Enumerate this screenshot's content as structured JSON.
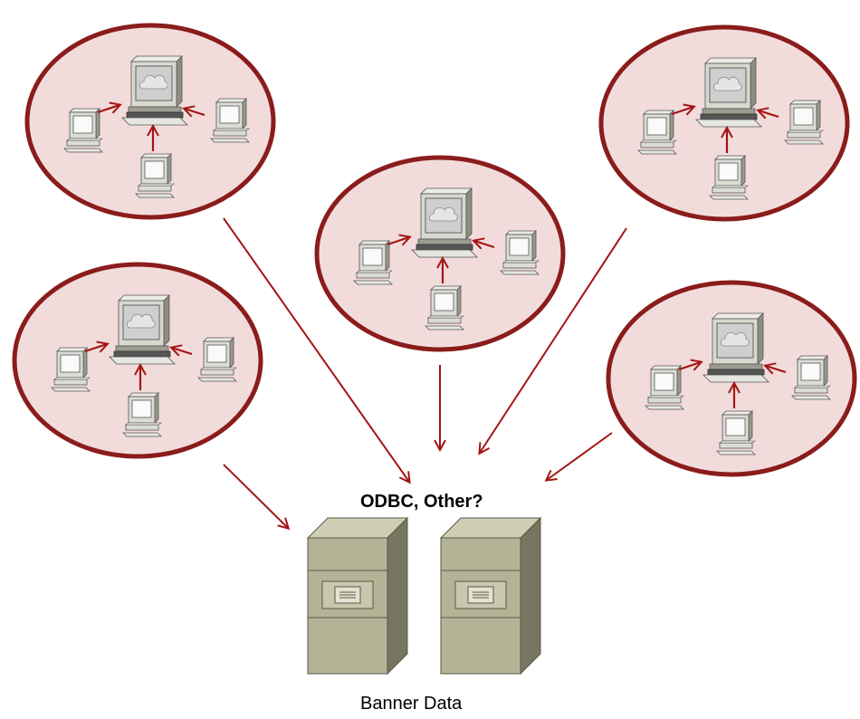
{
  "protocol_label": "ODBC, Other?",
  "data_store_label": "Banner Data",
  "colors": {
    "accent": "#a31515",
    "network_fill": "#f2dcdb",
    "network_stroke": "#8b1c1c",
    "server_light": "#cfcdb4",
    "server_mid": "#b5b396",
    "server_dark": "#777660"
  },
  "networks": [
    {
      "id": "network-top-left",
      "icon": "computer-network-icon"
    },
    {
      "id": "network-mid-left",
      "icon": "computer-network-icon"
    },
    {
      "id": "network-center",
      "icon": "computer-network-icon"
    },
    {
      "id": "network-top-right",
      "icon": "computer-network-icon"
    },
    {
      "id": "network-mid-right",
      "icon": "computer-network-icon"
    }
  ],
  "servers": [
    {
      "id": "server-left",
      "icon": "file-cabinet-icon"
    },
    {
      "id": "server-right",
      "icon": "file-cabinet-icon"
    }
  ]
}
